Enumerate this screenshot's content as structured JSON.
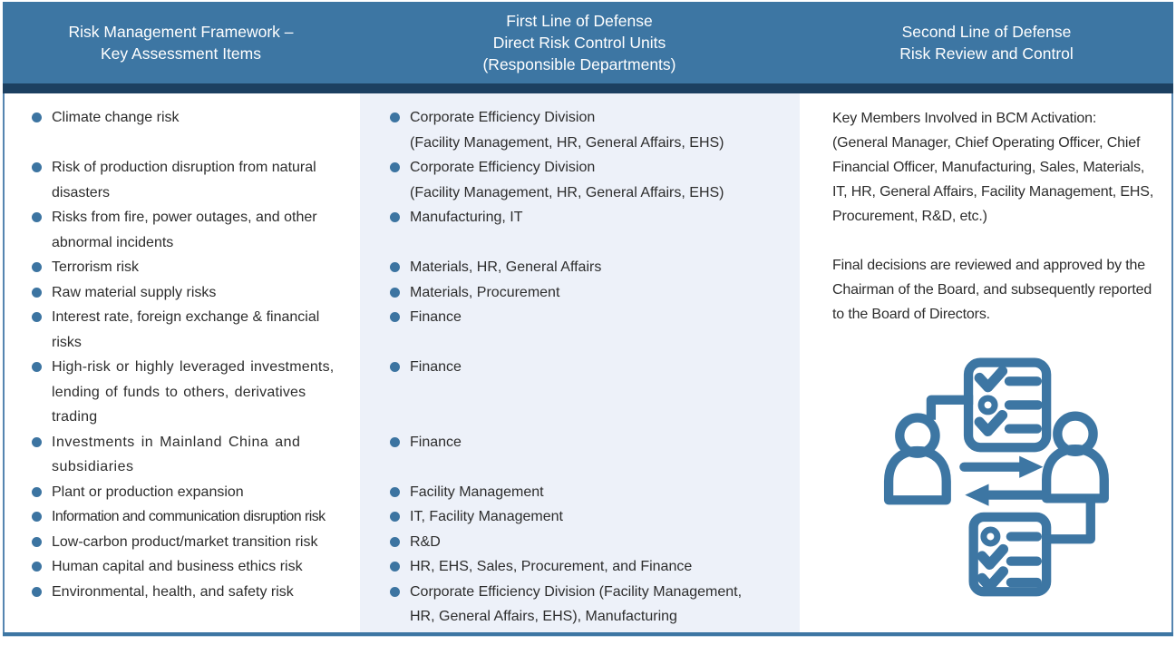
{
  "figure_title": "Risk Management Framework table",
  "headers": {
    "col1": "Risk Management Framework –\nKey Assessment Items",
    "col2": "First Line of Defense\nDirect Risk Control Units\n(Responsible Departments)",
    "col3": "Second Line of Defense\nRisk Review and Control"
  },
  "rows": [
    {
      "assessment_item": "Climate change risk",
      "responsible_departments": "Corporate Efficiency Division\n(Facility Management, HR, General Affairs, EHS)"
    },
    {
      "assessment_item": "Risk of production disruption from natural\ndisasters",
      "responsible_departments": "Corporate Efficiency Division\n(Facility Management, HR, General Affairs, EHS)"
    },
    {
      "assessment_item": "Risks from fire, power outages, and other\nabnormal incidents",
      "responsible_departments": "Manufacturing, IT"
    },
    {
      "assessment_item": "Terrorism risk",
      "responsible_departments": "Materials, HR, General Affairs"
    },
    {
      "assessment_item": "Raw material supply risks",
      "responsible_departments": "Materials, Procurement"
    },
    {
      "assessment_item": "Interest rate, foreign exchange & financial\nrisks",
      "responsible_departments": "Finance"
    },
    {
      "assessment_item": "High-risk or highly leveraged investments,\nlending of funds to others, derivatives\ntrading",
      "responsible_departments": "Finance"
    },
    {
      "assessment_item": "Investments in Mainland China and\nsubsidiaries",
      "responsible_departments": "Finance"
    },
    {
      "assessment_item": "Plant or production expansion",
      "responsible_departments": "Facility Management"
    },
    {
      "assessment_item": "Information and communication disruption risk",
      "responsible_departments": "IT, Facility Management"
    },
    {
      "assessment_item": "Low-carbon product/market transition risk",
      "responsible_departments": "R&D"
    },
    {
      "assessment_item": "Human capital and business ethics risk",
      "responsible_departments": "HR, EHS, Sales, Procurement, and Finance"
    },
    {
      "assessment_item": "Environmental, health, and safety risk",
      "responsible_departments": "Corporate Efficiency Division (Facility Management,\nHR, General Affairs, EHS), Manufacturing"
    }
  ],
  "second_line": {
    "key_members": "Key Members Involved in BCM Activation:\n(General Manager, Chief Operating Officer, Chief Financial Officer, Manufacturing, Sales, Materials, IT, HR, General Affairs, Facility Management, EHS, Procurement, R&D, etc.)",
    "final_decisions": "Final decisions are reviewed and approved by the Chairman of the Board, and subsequently reported to the Board of Directors.",
    "icon": "people-checklist-exchange-icon"
  },
  "colors": {
    "header_bg": "#3d76a3",
    "header_text": "#ffffff",
    "divider_bar": "#1c4061",
    "first_line_column_bg": "#edf1f9",
    "bullet": "#3c74a1",
    "icon": "#3d76a3",
    "body_text": "#2d2d2d"
  }
}
